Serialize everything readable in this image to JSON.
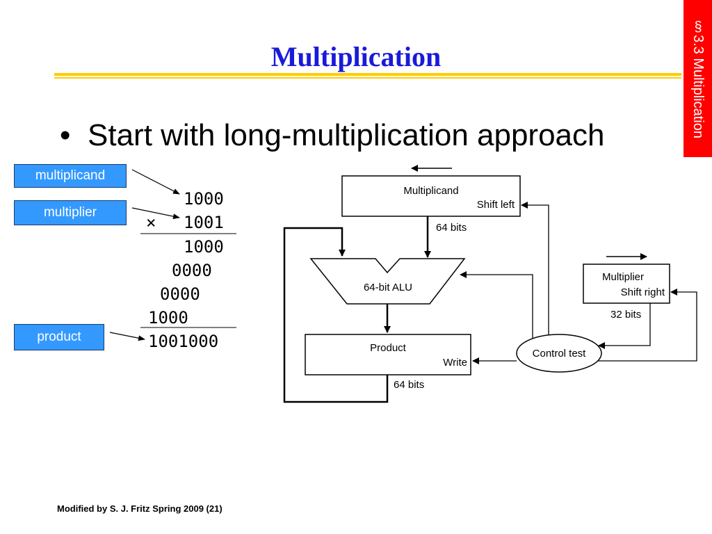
{
  "slide": {
    "title": "Multiplication",
    "section_tab": "§3.3 Multiplication",
    "bullet": "Start with long-multiplication approach",
    "footer": "Modified by S. J. Fritz  Spring 2009 (21)"
  },
  "labels": {
    "multiplicand": "multiplicand",
    "multiplier": "multiplier",
    "product": "product"
  },
  "long_multiplication": {
    "multiplicand": "1000",
    "times_sign": "×",
    "multiplier": "1001",
    "partials": [
      "1000",
      "0000",
      "0000",
      "1000"
    ],
    "product": "1001000"
  },
  "hardware": {
    "multiplicand_box": {
      "name": "Multiplicand",
      "action": "Shift left"
    },
    "multiplicand_bus": "64 bits",
    "alu": "64-bit ALU",
    "product_box": {
      "name": "Product",
      "action": "Write"
    },
    "product_bus": "64 bits",
    "multiplier_box": {
      "name": "Multiplier",
      "action": "Shift right"
    },
    "multiplier_bus": "32 bits",
    "control": "Control test"
  },
  "colors": {
    "title": "#1a1adb",
    "rule": "#ffcc00",
    "tab": "#ff0000",
    "label_box": "#3399ff"
  }
}
